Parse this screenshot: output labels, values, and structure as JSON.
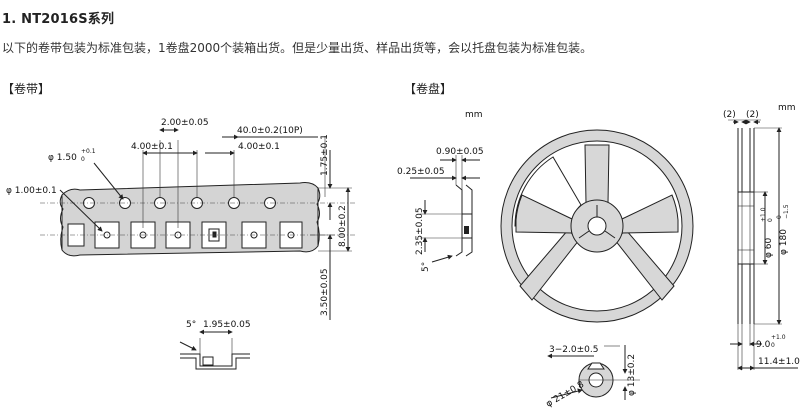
{
  "header": {
    "title": "1. NT2016S系列",
    "description": "以下的卷带包装为标准包装，1卷盘2000个装箱出货。但是少量出货、样品出货等，会以托盘包装为标准包装。"
  },
  "tape_section": {
    "label": "【卷带】",
    "dims": {
      "pitch_hole": "2.00±0.05",
      "pitch_total": "40.0±0.2(10P)",
      "pitch_pocket_a": "4.00±0.1",
      "pitch_pocket_b": "4.00±0.1",
      "hole_dia": "φ 1.50",
      "hole_dia_tol_plus": "+0.1",
      "hole_dia_tol_minus": "0",
      "pocket_hole_dia": "φ 1.00±0.1",
      "edge_to_hole": "1.75±0.1",
      "tape_width": "8.00±0.2",
      "hole_to_pocket": "3.50±0.05",
      "pocket_depth": "1.95±0.05",
      "angle": "5°"
    }
  },
  "reel_section": {
    "label": "【卷盘】",
    "unit": "mm",
    "unit_right": "mm",
    "dims": {
      "flange_thickness": "0.90±0.05",
      "tape_thickness": "0.25±0.05",
      "pocket_depth": "2.35±0.05",
      "angle": "5°",
      "hub_slot": "3−2.0±0.5",
      "hub_dia": "φ 21±0.8",
      "arbor_dia": "φ 13±0.2",
      "side_2a": "(2)",
      "side_2b": "(2)",
      "hub_diameter": "φ 60",
      "hub_diameter_tol_plus": "+1.0",
      "hub_diameter_tol_minus": "0",
      "reel_diameter": "φ 180",
      "reel_diameter_tol_plus": "0",
      "reel_diameter_tol_minus": "−1.5",
      "inner_width": "9.0",
      "inner_width_tol_plus": "+1.0",
      "inner_width_tol_minus": "0",
      "outer_width": "11.4±1.0"
    }
  }
}
